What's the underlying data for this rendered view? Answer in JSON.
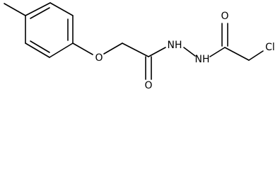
{
  "molecule": {
    "atoms": {
      "ether_o": "O",
      "amide1_o": "O",
      "nh1": "NH",
      "nh2": "NH",
      "amide2_o": "O",
      "cl": "Cl"
    }
  },
  "colors": {
    "bond": "#000000",
    "label": "#000000",
    "background": "#ffffff"
  }
}
